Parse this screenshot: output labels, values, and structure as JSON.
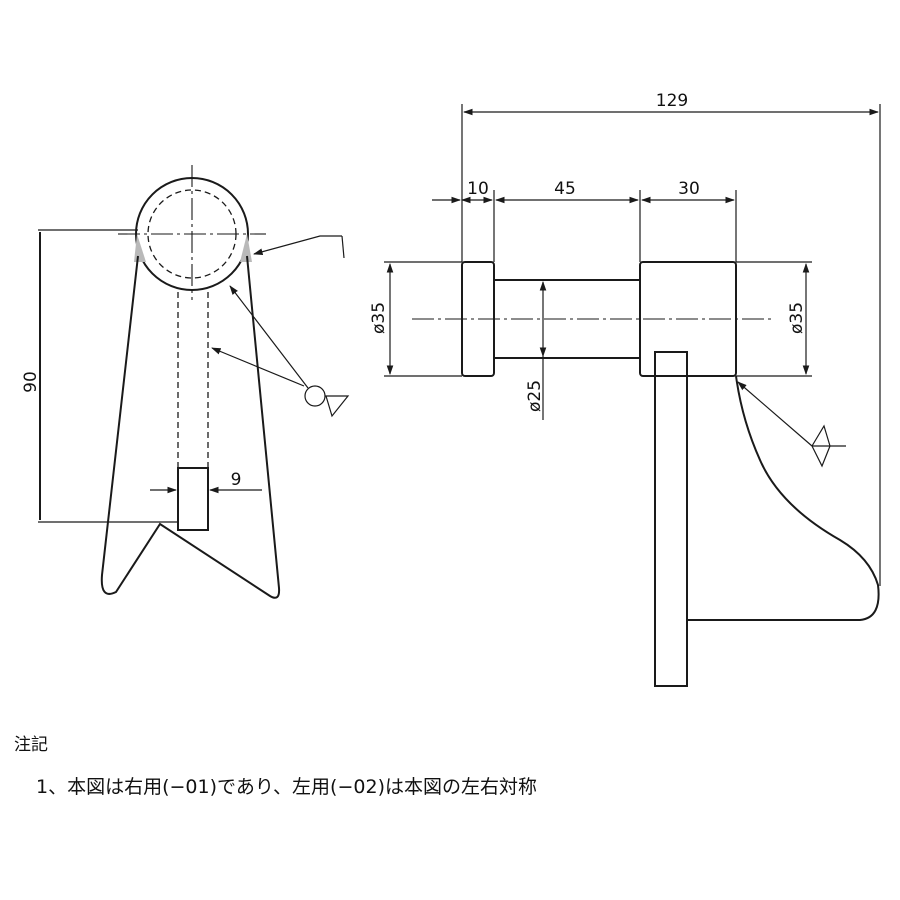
{
  "front_view": {
    "dimensions": {
      "height": "90",
      "pin_width": "9"
    }
  },
  "side_view": {
    "dimensions": {
      "overall_length": "129",
      "flange_thickness": "10",
      "shaft_length": "45",
      "hub_length": "30",
      "flange_diameter": "ø35",
      "shaft_diameter": "ø25",
      "hub_diameter": "ø35"
    }
  },
  "notes": {
    "title": "注記",
    "items": [
      "1、本図は右用(−01)であり、左用(−02)は本図の左右対称"
    ]
  }
}
